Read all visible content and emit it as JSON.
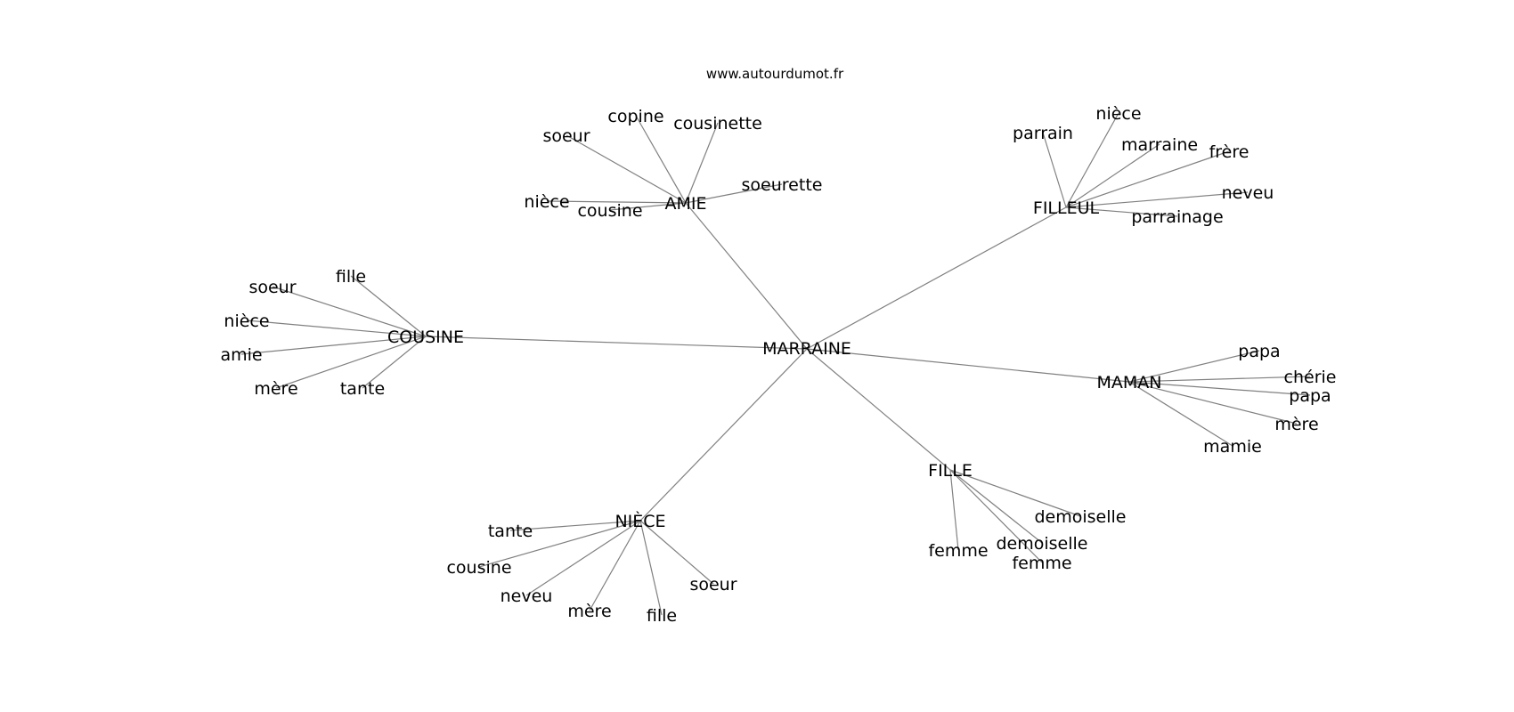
{
  "site": "www.autourdumot.fr",
  "center": "MARRAINE",
  "clusters": [
    {
      "hub": "AMIE",
      "words": [
        "soeur",
        "copine",
        "cousinette",
        "soeurette",
        "nièce",
        "cousine"
      ]
    },
    {
      "hub": "FILLEUL",
      "words": [
        "parrain",
        "nièce",
        "marraine",
        "frère",
        "neveu",
        "parrainage"
      ]
    },
    {
      "hub": "COUSINE",
      "words": [
        "fille",
        "soeur",
        "nièce",
        "amie",
        "mère",
        "tante"
      ]
    },
    {
      "hub": "MAMAN",
      "words": [
        "papa",
        "chérie",
        "papa",
        "mère",
        "mamie"
      ]
    },
    {
      "hub": "FILLE",
      "words": [
        "demoiselle",
        "demoiselle",
        "femme",
        "femme"
      ]
    },
    {
      "hub": "NIÈCE",
      "words": [
        "tante",
        "cousine",
        "neveu",
        "mère",
        "fille",
        "soeur"
      ]
    }
  ]
}
